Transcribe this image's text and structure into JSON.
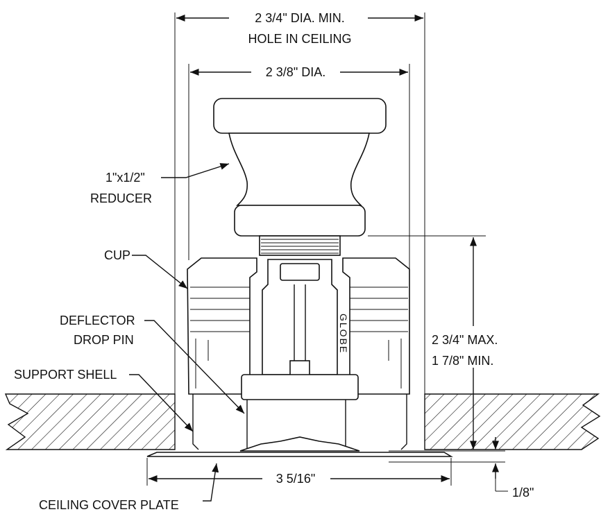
{
  "dimensions": {
    "hole_line1": "2 3/4\" DIA. MIN.",
    "hole_line2": "HOLE IN CEILING",
    "cup_dia": "2 3/8\" DIA.",
    "height_line1": "2 3/4\" MAX.",
    "height_line2": "1 7/8\" MIN.",
    "plate_dia": "3 5/16\"",
    "plate_gap": "1/8\""
  },
  "labels": {
    "reducer_line1": "1\"x1/2\"",
    "reducer_line2": "REDUCER",
    "cup": "CUP",
    "deflector_line1": "DEFLECTOR",
    "deflector_line2": "DROP PIN",
    "support_shell": "SUPPORT SHELL",
    "cover_plate": "CEILING COVER PLATE",
    "brand_mark": "GLOBE"
  }
}
